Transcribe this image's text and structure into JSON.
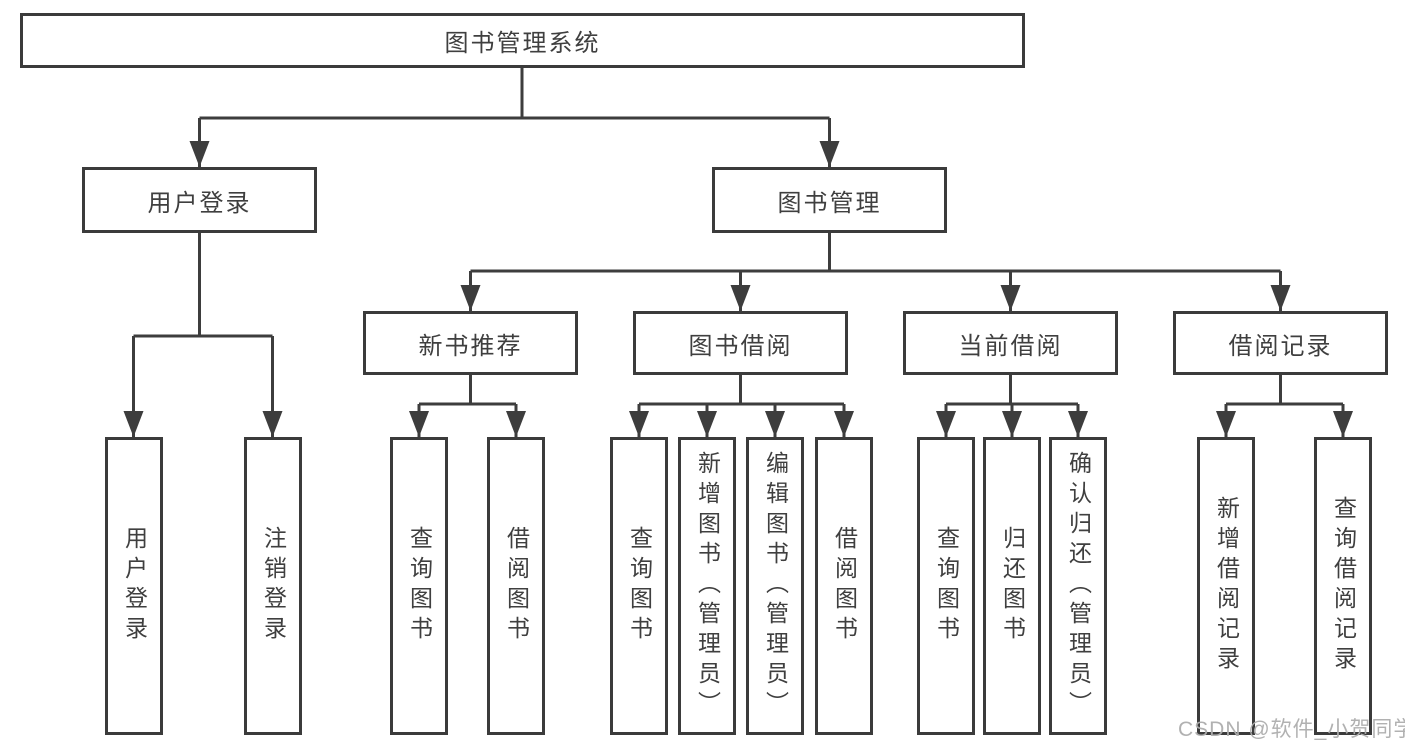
{
  "diagram": {
    "title": "图书管理系统",
    "root": {
      "label": "图书管理系统"
    },
    "level2": [
      {
        "id": "user-login",
        "label": "用户登录"
      },
      {
        "id": "book-management",
        "label": "图书管理"
      }
    ],
    "level3": [
      {
        "id": "new-book-recommend",
        "label": "新书推荐"
      },
      {
        "id": "book-borrow",
        "label": "图书借阅"
      },
      {
        "id": "current-borrow",
        "label": "当前借阅"
      },
      {
        "id": "borrow-record",
        "label": "借阅记录"
      }
    ],
    "leaves": {
      "login": [
        "用户登录",
        "注销登录"
      ],
      "recommend": [
        "查询图书",
        "借阅图书"
      ],
      "borrow": [
        "查询图书",
        "新增图书（管理员）",
        "编辑图书（管理员）",
        "借阅图书"
      ],
      "current": [
        "查询图书",
        "归还图书",
        "确认归还（管理员）"
      ],
      "record": [
        "新增借阅记录",
        "查询借阅记录"
      ]
    },
    "colors": {
      "line": "#3d3d3d",
      "border": "#3b3b3b",
      "text": "#3f3f3f",
      "watermark": "#adadad",
      "background": "#ffffff"
    }
  },
  "watermark": {
    "text": "CSDN @软件_小贺同学"
  }
}
